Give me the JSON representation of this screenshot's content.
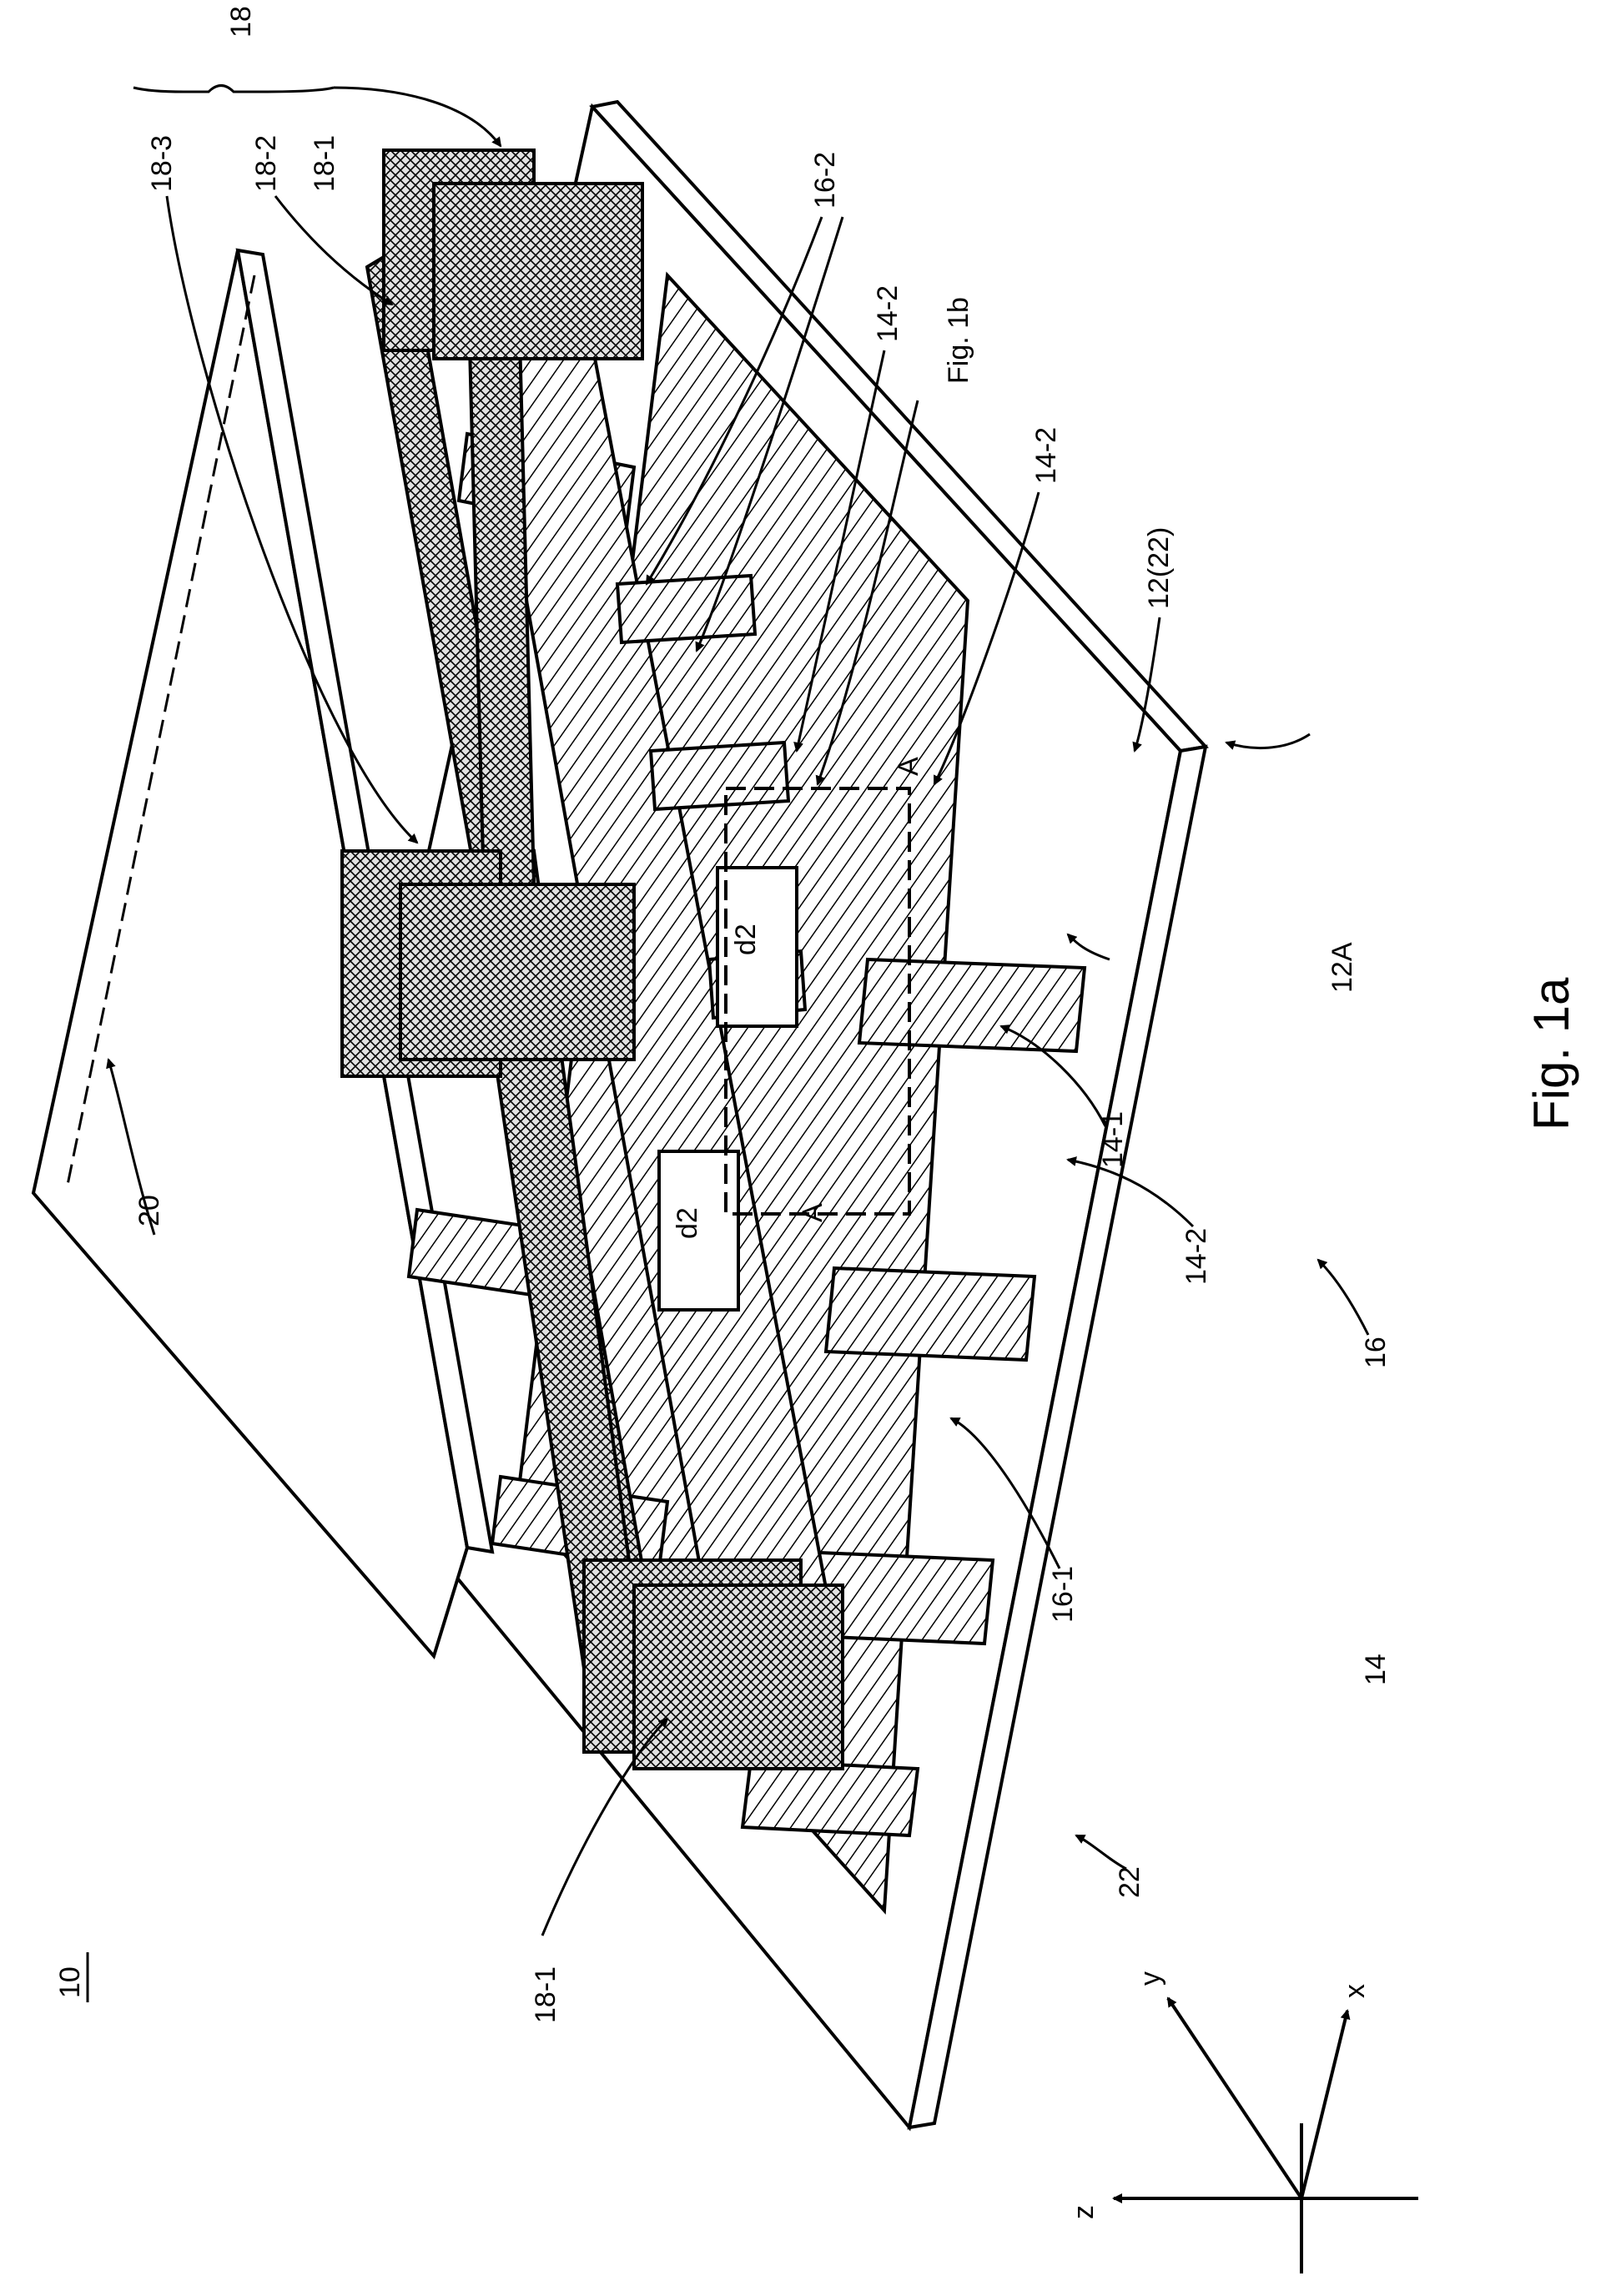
{
  "figure": {
    "number_label": "10",
    "caption": "Fig. 1a"
  },
  "labels": {
    "l_18": "18",
    "l_18_1_top": "18-1",
    "l_18_2": "18-2",
    "l_18_3": "18-3",
    "l_16_2": "16-2",
    "l_14_2_a": "14-2",
    "l_fig1b": "Fig. 1b",
    "l_14_2_b": "14-2",
    "l_12_22": "12(22)",
    "l_20": "20",
    "l_12A": "12A",
    "l_14_1": "14-1",
    "l_14_2_c": "14-2",
    "l_16": "16",
    "l_14": "14",
    "l_16_1": "16-1",
    "l_22": "22",
    "l_18_1_bottom": "18-1",
    "l_A1": "A",
    "l_A2": "A",
    "l_d1": "d2",
    "l_d2": "d2"
  },
  "axes": {
    "x": "x",
    "y": "y",
    "z": "z"
  },
  "colors": {
    "ink": "#000000",
    "paper": "#ffffff"
  }
}
